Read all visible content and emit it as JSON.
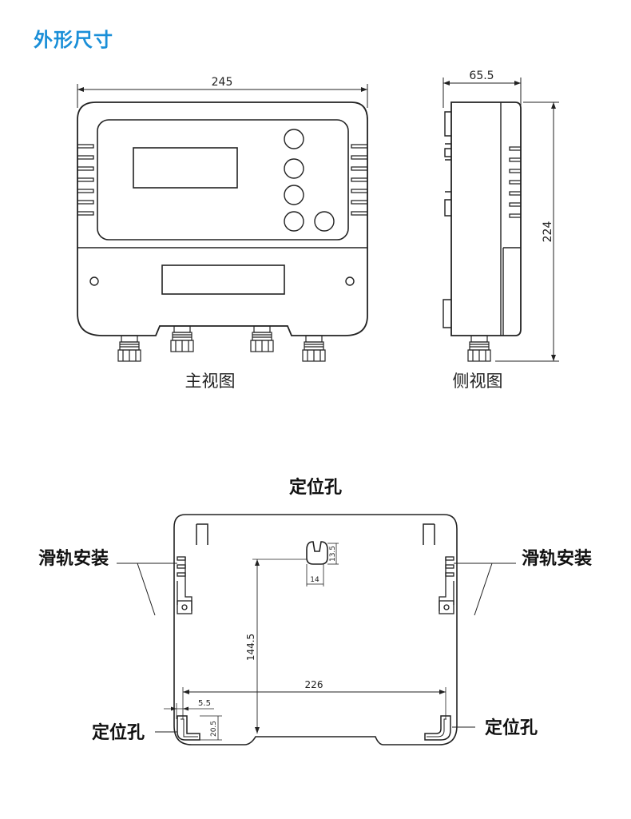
{
  "section_title": "外形尺寸",
  "front_view": {
    "caption": "主视图",
    "width_dim": "245"
  },
  "side_view": {
    "caption": "侧视图",
    "depth_dim": "65.5",
    "height_dim": "224"
  },
  "back_view": {
    "locating_hole_label": "定位孔",
    "rail_mount_label": "滑轨安装",
    "hole_height_dim": "13.5",
    "hole_width_dim": "14",
    "vertical_dim": "144.5",
    "horizontal_dim": "226",
    "offset_dim": "5.5",
    "slot_dim": "20.5"
  },
  "colors": {
    "title": "#1a8fd8",
    "line": "#222222"
  }
}
